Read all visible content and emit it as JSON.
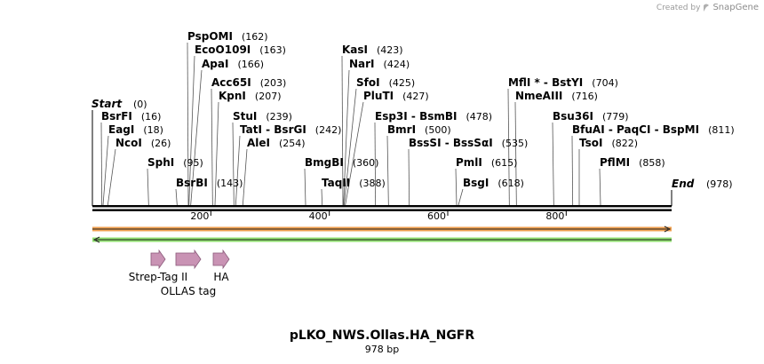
{
  "credit": {
    "prefix": "Created by",
    "brand": "SnapGene"
  },
  "map": {
    "title": "pLKO_NWS.Ollas.HA_NGFR",
    "subtitle": "978 bp",
    "length": 978,
    "ruler_ticks": [
      {
        "pos": 200,
        "label": "200"
      },
      {
        "pos": 400,
        "label": "400"
      },
      {
        "pos": 600,
        "label": "600"
      },
      {
        "pos": 800,
        "label": "800"
      }
    ],
    "ends": {
      "start": {
        "name": "Start",
        "pos": "(0)"
      },
      "end": {
        "name": "End",
        "pos": "(978)"
      }
    },
    "sites": [
      {
        "name": "PspOMI",
        "pos": "(162)",
        "bp": 162,
        "row": 0
      },
      {
        "name": "EcoO109I",
        "pos": "(163)",
        "bp": 163,
        "row": 1
      },
      {
        "name": "ApaI",
        "pos": "(166)",
        "bp": 166,
        "row": 2
      },
      {
        "name": "Acc65I",
        "pos": "(203)",
        "bp": 203,
        "row": 3
      },
      {
        "name": "KpnI",
        "pos": "(207)",
        "bp": 207,
        "row": 4
      },
      {
        "name": "StuI",
        "pos": "(239)",
        "bp": 239,
        "row": 5
      },
      {
        "name": "TatI  -  BsrGI",
        "pos": "(242)",
        "bp": 242,
        "row": 6
      },
      {
        "name": "AleI",
        "pos": "(254)",
        "bp": 254,
        "row": 7
      },
      {
        "name": "BsrFI",
        "pos": "(16)",
        "bp": 16,
        "row": 5
      },
      {
        "name": "EagI",
        "pos": "(18)",
        "bp": 18,
        "row": 6
      },
      {
        "name": "NcoI",
        "pos": "(26)",
        "bp": 26,
        "row": 7
      },
      {
        "name": "SphI",
        "pos": "(95)",
        "bp": 95,
        "row": 8
      },
      {
        "name": "BsrBI",
        "pos": "(143)",
        "bp": 143,
        "row": 9
      },
      {
        "name": "KasI",
        "pos": "(423)",
        "bp": 423,
        "row": 1
      },
      {
        "name": "NarI",
        "pos": "(424)",
        "bp": 424,
        "row": 2
      },
      {
        "name": "SfoI",
        "pos": "(425)",
        "bp": 425,
        "row": 3
      },
      {
        "name": "PluTI",
        "pos": "(427)",
        "bp": 427,
        "row": 4
      },
      {
        "name": "Esp3I  -  BsmBI",
        "pos": "(478)",
        "bp": 478,
        "row": 5
      },
      {
        "name": "BmrI",
        "pos": "(500)",
        "bp": 500,
        "row": 6
      },
      {
        "name": "BssSI  -  BssSαI",
        "pos": "(535)",
        "bp": 535,
        "row": 7
      },
      {
        "name": "BmgBI",
        "pos": "(360)",
        "bp": 360,
        "row": 8
      },
      {
        "name": "TaqII",
        "pos": "(388)",
        "bp": 388,
        "row": 9
      },
      {
        "name": "PmlI",
        "pos": "(615)",
        "bp": 615,
        "row": 8
      },
      {
        "name": "BsgI",
        "pos": "(618)",
        "bp": 618,
        "row": 9
      },
      {
        "name": "MflI *  -  BstYI",
        "pos": "(704)",
        "bp": 704,
        "row": 3
      },
      {
        "name": "NmeAIII",
        "pos": "(716)",
        "bp": 716,
        "row": 4
      },
      {
        "name": "Bsu36I",
        "pos": "(779)",
        "bp": 779,
        "row": 5
      },
      {
        "name": "BfuAI  -  PaqCI  -  BspMI",
        "pos": "(811)",
        "bp": 811,
        "row": 6
      },
      {
        "name": "TsoI",
        "pos": "(822)",
        "bp": 822,
        "row": 7
      },
      {
        "name": "PflMI",
        "pos": "(858)",
        "bp": 858,
        "row": 8
      }
    ],
    "features": [
      {
        "name": "Strep-Tag II",
        "start": 99,
        "end": 123
      },
      {
        "name": "OLLAS tag",
        "start": 141,
        "end": 183
      },
      {
        "name": "HA",
        "start": 204,
        "end": 231
      }
    ],
    "colors": {
      "orange_strand": "#f0a050",
      "green_strand": "#90e070",
      "feature_fill": "#c993b4",
      "feature_stroke": "#8a5a7a"
    }
  }
}
